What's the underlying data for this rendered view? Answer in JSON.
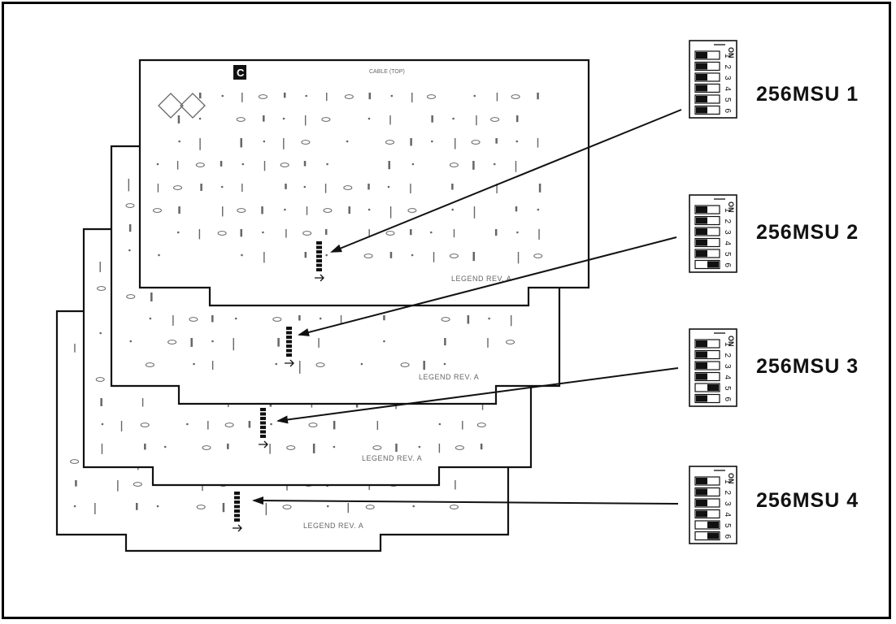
{
  "boards": [
    {
      "legend": "LEGEND REV. A"
    },
    {
      "legend": "LEGEND REV. A"
    },
    {
      "legend": "LEGEND REV. A"
    },
    {
      "legend": "LEGEND REV. A"
    }
  ],
  "top_board": {
    "logo_letter": "C",
    "header_text": "CABLE (TOP)"
  },
  "switch_blocks": [
    {
      "label": "256MSU 1",
      "header": "ON",
      "positions": [
        "1",
        "2",
        "3",
        "4",
        "5",
        "6"
      ],
      "switches": [
        "off",
        "off",
        "off",
        "off",
        "off",
        "off"
      ]
    },
    {
      "label": "256MSU 2",
      "header": "ON",
      "positions": [
        "1",
        "2",
        "3",
        "4",
        "5",
        "6"
      ],
      "switches": [
        "off",
        "off",
        "off",
        "off",
        "off",
        "on"
      ]
    },
    {
      "label": "256MSU 3",
      "header": "ON",
      "positions": [
        "1",
        "2",
        "3",
        "4",
        "5",
        "6"
      ],
      "switches": [
        "off",
        "off",
        "off",
        "off",
        "on",
        "off"
      ]
    },
    {
      "label": "256MSU 4",
      "header": "ON",
      "positions": [
        "1",
        "2",
        "3",
        "4",
        "5",
        "6"
      ],
      "switches": [
        "off",
        "off",
        "off",
        "off",
        "on",
        "on"
      ]
    }
  ],
  "colors": {
    "ink": "#111111",
    "trace": "#666666",
    "paper": "#ffffff"
  }
}
